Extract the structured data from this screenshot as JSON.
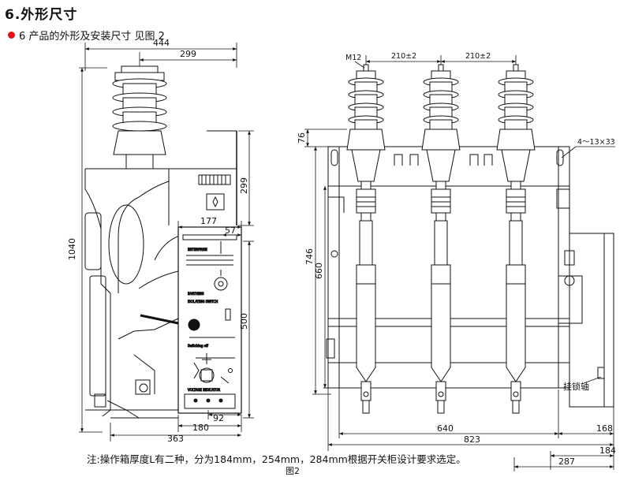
{
  "header": {
    "title": "6.外形尺寸",
    "subtitle": "6 产品的外形及安装尺寸 见图 2"
  },
  "footer": {
    "note": "注:操作箱厚度L有二种，分为184mm，254mm，284mm根据开关柜设计要求选定。",
    "figure_label": "图2"
  },
  "side_view": {
    "dims": {
      "d444": "444",
      "d299_top": "299",
      "d1040": "1040",
      "d299_right": "299",
      "d177": "177",
      "d57": "57",
      "d500": "500",
      "d180": "180",
      "d92": "92",
      "d363": "363"
    }
  },
  "front_view": {
    "dims": {
      "m12": "M12",
      "pitch1": "210±2",
      "pitch2": "210±2",
      "hole": "4～13×33",
      "d76": "76",
      "d746": "746",
      "d660": "660",
      "d640": "640",
      "d823": "823",
      "d168": "168",
      "d184": "184",
      "d287": "287"
    },
    "lock_shaft_label": "挂锁轴"
  },
  "colors": {
    "bullet": "#e0141e",
    "line": "#111111"
  }
}
